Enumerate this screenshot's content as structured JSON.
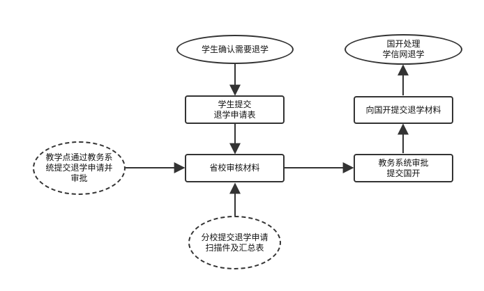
{
  "diagram": {
    "nodes": {
      "student_confirm": "学生确认需要退学",
      "submit_application": "学生提交\n退学申请表",
      "teaching_point_review": "教学点通过教务系\n统提交退学申请并\n审批",
      "province_review": "省校审核材料",
      "branch_submit_scan": "分校提交退学申请\n扫描件及汇总表",
      "system_approve": "教务系统审批\n提交国开",
      "submit_to_guokai": "向国开提交退学材料",
      "guokai_process": "国开处理\n学信网退学"
    }
  }
}
